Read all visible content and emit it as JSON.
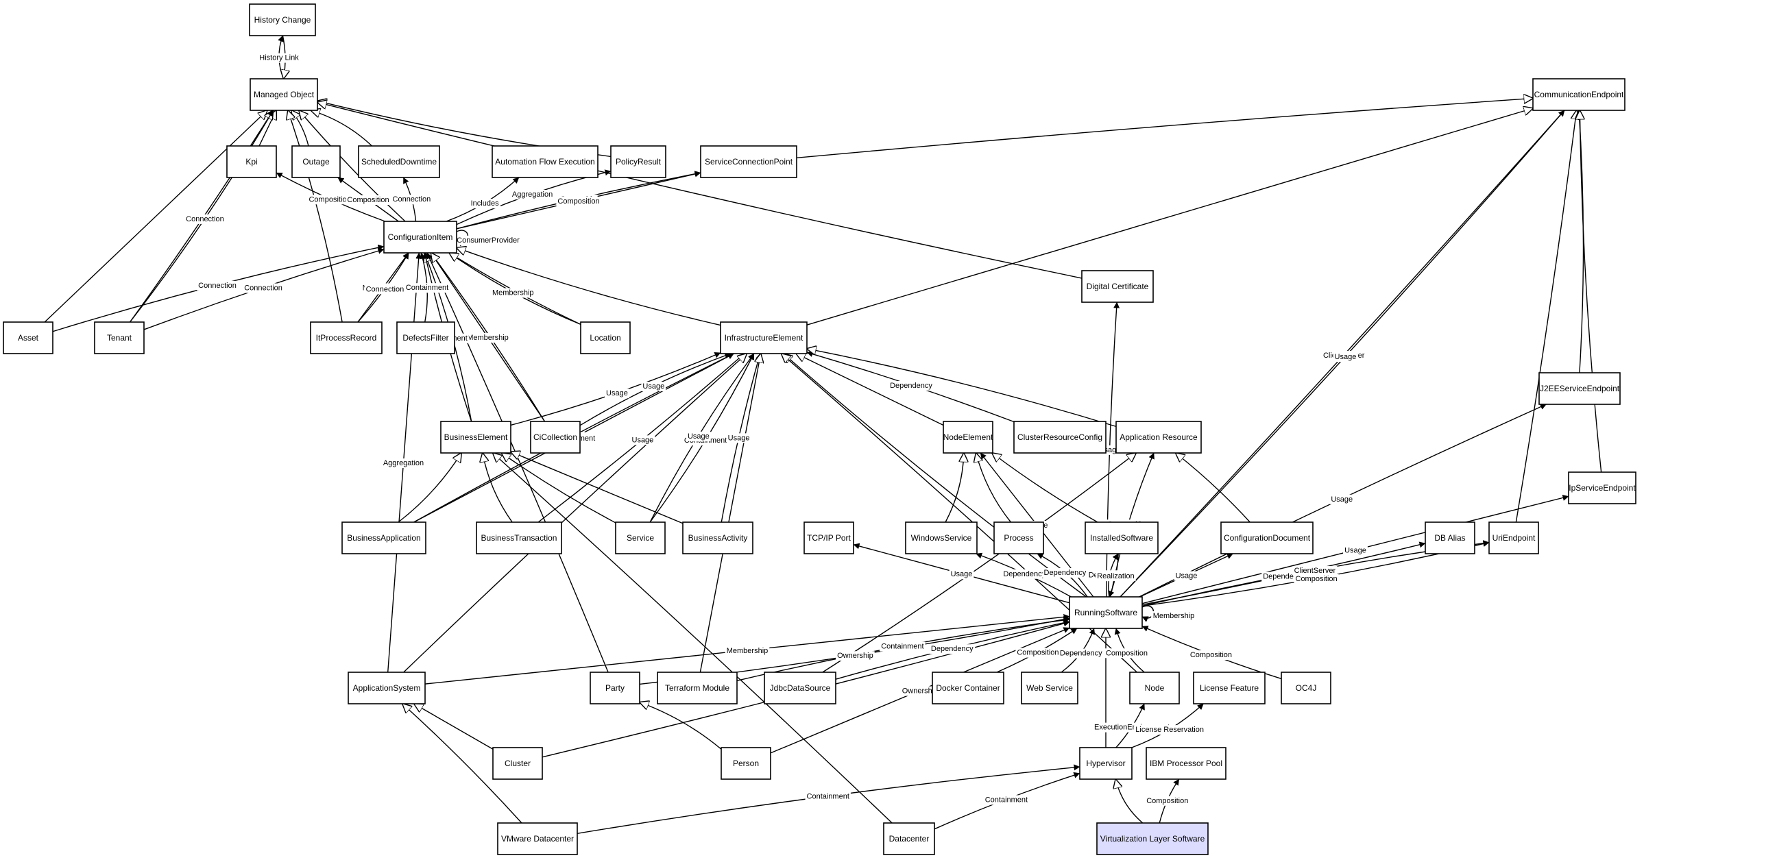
{
  "nodes": [
    {
      "id": "history_change",
      "label": "History Change"
    },
    {
      "id": "managed_object",
      "label": "Managed Object"
    },
    {
      "id": "communication_endpoint",
      "label": "CommunicationEndpoint"
    },
    {
      "id": "kpi",
      "label": "Kpi"
    },
    {
      "id": "outage",
      "label": "Outage"
    },
    {
      "id": "scheduled_downtime",
      "label": "ScheduledDowntime"
    },
    {
      "id": "automation_flow_execution",
      "label": "Automation Flow Execution"
    },
    {
      "id": "policy_result",
      "label": "PolicyResult"
    },
    {
      "id": "service_connection_point",
      "label": "ServiceConnectionPoint"
    },
    {
      "id": "configuration_item",
      "label": "ConfigurationItem"
    },
    {
      "id": "digital_certificate",
      "label": "Digital Certificate"
    },
    {
      "id": "asset",
      "label": "Asset"
    },
    {
      "id": "tenant",
      "label": "Tenant"
    },
    {
      "id": "itprocess_record",
      "label": "ItProcessRecord"
    },
    {
      "id": "defects_filter",
      "label": "DefectsFilter"
    },
    {
      "id": "location",
      "label": "Location"
    },
    {
      "id": "infrastructure_element",
      "label": "InfrastructureElement"
    },
    {
      "id": "j2ee_service_endpoint",
      "label": "J2EEServiceEndpoint"
    },
    {
      "id": "business_element",
      "label": "BusinessElement"
    },
    {
      "id": "ci_collection",
      "label": "CiCollection"
    },
    {
      "id": "node_element",
      "label": "NodeElement"
    },
    {
      "id": "cluster_resource_config",
      "label": "ClusterResourceConfig"
    },
    {
      "id": "application_resource",
      "label": "Application Resource"
    },
    {
      "id": "ip_service_endpoint",
      "label": "IpServiceEndpoint"
    },
    {
      "id": "business_application",
      "label": "BusinessApplication"
    },
    {
      "id": "business_transaction",
      "label": "BusinessTransaction"
    },
    {
      "id": "service",
      "label": "Service"
    },
    {
      "id": "business_activity",
      "label": "BusinessActivity"
    },
    {
      "id": "tcpip_port",
      "label": "TCP/IP Port"
    },
    {
      "id": "windows_service",
      "label": "WindowsService"
    },
    {
      "id": "process",
      "label": "Process"
    },
    {
      "id": "installed_software",
      "label": "InstalledSoftware"
    },
    {
      "id": "configuration_document",
      "label": "ConfigurationDocument"
    },
    {
      "id": "db_alias",
      "label": "DB Alias"
    },
    {
      "id": "uri_endpoint",
      "label": "UriEndpoint"
    },
    {
      "id": "running_software",
      "label": "RunningSoftware"
    },
    {
      "id": "application_system",
      "label": "ApplicationSystem"
    },
    {
      "id": "party",
      "label": "Party"
    },
    {
      "id": "terraform_module",
      "label": "Terraform Module"
    },
    {
      "id": "jdbc_data_source",
      "label": "JdbcDataSource"
    },
    {
      "id": "docker_container",
      "label": "Docker Container"
    },
    {
      "id": "web_service",
      "label": "Web Service"
    },
    {
      "id": "node",
      "label": "Node"
    },
    {
      "id": "license_feature",
      "label": "License Feature"
    },
    {
      "id": "oc4j",
      "label": "OC4J"
    },
    {
      "id": "cluster",
      "label": "Cluster"
    },
    {
      "id": "person",
      "label": "Person"
    },
    {
      "id": "hypervisor",
      "label": "Hypervisor"
    },
    {
      "id": "ibm_processor_pool",
      "label": "IBM Processor Pool"
    },
    {
      "id": "vmware_datacenter",
      "label": "VMware Datacenter"
    },
    {
      "id": "datacenter",
      "label": "Datacenter"
    },
    {
      "id": "virtualization_layer_software",
      "label": "Virtualization Layer Software",
      "highlight": true
    }
  ],
  "edges": [
    {
      "from": "managed_object",
      "to": "history_change",
      "label": "History Link",
      "type": "association"
    },
    {
      "from": "history_change",
      "to": "managed_object",
      "label": "",
      "type": "inheritance"
    },
    {
      "from": "kpi",
      "to": "managed_object",
      "label": "",
      "type": "inheritance"
    },
    {
      "from": "outage",
      "to": "managed_object",
      "label": "",
      "type": "inheritance"
    },
    {
      "from": "scheduled_downtime",
      "to": "managed_object",
      "label": "",
      "type": "inheritance"
    },
    {
      "from": "policy_result",
      "to": "managed_object",
      "label": "",
      "type": "inheritance"
    },
    {
      "from": "configuration_item",
      "to": "managed_object",
      "label": "",
      "type": "inheritance"
    },
    {
      "from": "asset",
      "to": "managed_object",
      "label": "",
      "type": "inheritance"
    },
    {
      "from": "tenant",
      "to": "managed_object",
      "label": "",
      "type": "inheritance"
    },
    {
      "from": "itprocess_record",
      "to": "managed_object",
      "label": "",
      "type": "inheritance"
    },
    {
      "from": "digital_certificate",
      "to": "managed_object",
      "label": "",
      "type": "inheritance"
    },
    {
      "from": "service_connection_point",
      "to": "communication_endpoint",
      "label": "",
      "type": "inheritance"
    },
    {
      "from": "infrastructure_element",
      "to": "communication_endpoint",
      "label": "",
      "type": "inheritance"
    },
    {
      "from": "uri_endpoint",
      "to": "communication_endpoint",
      "label": "",
      "type": "inheritance"
    },
    {
      "from": "j2ee_service_endpoint",
      "to": "communication_endpoint",
      "label": "",
      "type": "inheritance"
    },
    {
      "from": "ip_service_endpoint",
      "to": "communication_endpoint",
      "label": "",
      "type": "inheritance"
    },
    {
      "from": "configuration_item",
      "to": "kpi",
      "label": "Composition",
      "type": "association"
    },
    {
      "from": "configuration_item",
      "to": "outage",
      "label": "Composition",
      "type": "association"
    },
    {
      "from": "configuration_item",
      "to": "scheduled_downtime",
      "label": "Connection",
      "type": "association"
    },
    {
      "from": "configuration_item",
      "to": "automation_flow_execution",
      "label": "Includes",
      "type": "association"
    },
    {
      "from": "configuration_item",
      "to": "policy_result",
      "label": "Aggregation",
      "type": "association"
    },
    {
      "from": "configuration_item",
      "to": "service_connection_point",
      "label": "Ownership",
      "type": "association"
    },
    {
      "from": "configuration_item",
      "to": "service_connection_point",
      "label": "Composition",
      "type": "association"
    },
    {
      "from": "configuration_item",
      "to": "configuration_item",
      "label": "ConsumerProvider",
      "type": "association"
    },
    {
      "from": "tenant",
      "to": "managed_object",
      "label": "Connection",
      "type": "association"
    },
    {
      "from": "asset",
      "to": "configuration_item",
      "label": "Connection",
      "type": "association"
    },
    {
      "from": "tenant",
      "to": "configuration_item",
      "label": "Connection",
      "type": "association"
    },
    {
      "from": "itprocess_record",
      "to": "configuration_item",
      "label": "Membership",
      "type": "association"
    },
    {
      "from": "itprocess_record",
      "to": "configuration_item",
      "label": "Connection",
      "type": "association"
    },
    {
      "from": "defects_filter",
      "to": "configuration_item",
      "label": "Containment",
      "type": "association"
    },
    {
      "from": "location",
      "to": "configuration_item",
      "label": "Membership",
      "type": "association"
    },
    {
      "from": "location",
      "to": "configuration_item",
      "label": "",
      "type": "inheritance"
    },
    {
      "from": "ci_collection",
      "to": "configuration_item",
      "label": "Membership",
      "type": "association"
    },
    {
      "from": "ci_collection",
      "to": "configuration_item",
      "label": "",
      "type": "inheritance"
    },
    {
      "from": "business_element",
      "to": "configuration_item",
      "label": "",
      "type": "inheritance"
    },
    {
      "from": "infrastructure_element",
      "to": "configuration_item",
      "label": "",
      "type": "inheritance"
    },
    {
      "from": "business_element",
      "to": "configuration_item",
      "label": "Containment",
      "type": "association"
    },
    {
      "from": "application_system",
      "to": "configuration_item",
      "label": "Aggregation",
      "type": "association"
    },
    {
      "from": "party",
      "to": "configuration_item",
      "label": "",
      "type": "association"
    },
    {
      "from": "business_element",
      "to": "infrastructure_element",
      "label": "Usage",
      "type": "association"
    },
    {
      "from": "ci_collection",
      "to": "infrastructure_element",
      "label": "Usage",
      "type": "association"
    },
    {
      "from": "business_application",
      "to": "infrastructure_element",
      "label": "Usage",
      "type": "association"
    },
    {
      "from": "business_application",
      "to": "infrastructure_element",
      "label": "Containment",
      "type": "association"
    },
    {
      "from": "business_transaction",
      "to": "infrastructure_element",
      "label": "Usage",
      "type": "association"
    },
    {
      "from": "service",
      "to": "infrastructure_element",
      "label": "Containment",
      "type": "association"
    },
    {
      "from": "service",
      "to": "infrastructure_element",
      "label": "Usage",
      "type": "association"
    },
    {
      "from": "business_activity",
      "to": "infrastructure_element",
      "label": "Usage",
      "type": "association"
    },
    {
      "from": "node_element",
      "to": "infrastructure_element",
      "label": "",
      "type": "inheritance"
    },
    {
      "from": "cluster_resource_config",
      "to": "infrastructure_element",
      "label": "Dependency",
      "type": "association"
    },
    {
      "from": "application_resource",
      "to": "infrastructure_element",
      "label": "",
      "type": "inheritance"
    },
    {
      "from": "running_software",
      "to": "infrastructure_element",
      "label": "",
      "type": "inheritance"
    },
    {
      "from": "application_system",
      "to": "infrastructure_element",
      "label": "",
      "type": "inheritance"
    },
    {
      "from": "terraform_module",
      "to": "infrastructure_element",
      "label": "",
      "type": "inheritance"
    },
    {
      "from": "node",
      "to": "infrastructure_element",
      "label": "",
      "type": "inheritance"
    },
    {
      "from": "business_application",
      "to": "business_element",
      "label": "",
      "type": "inheritance"
    },
    {
      "from": "business_transaction",
      "to": "business_element",
      "label": "",
      "type": "inheritance"
    },
    {
      "from": "service",
      "to": "business_element",
      "label": "",
      "type": "inheritance"
    },
    {
      "from": "business_activity",
      "to": "business_element",
      "label": "",
      "type": "inheritance"
    },
    {
      "from": "datacenter",
      "to": "business_element",
      "label": "",
      "type": "inheritance"
    },
    {
      "from": "windows_service",
      "to": "node_element",
      "label": "",
      "type": "inheritance"
    },
    {
      "from": "process",
      "to": "node_element",
      "label": "",
      "type": "inheritance"
    },
    {
      "from": "installed_software",
      "to": "node_element",
      "label": "",
      "type": "inheritance"
    },
    {
      "from": "running_software",
      "to": "node_element",
      "label": "Usage",
      "type": "association"
    },
    {
      "from": "configuration_document",
      "to": "application_resource",
      "label": "",
      "type": "inheritance"
    },
    {
      "from": "jdbc_data_source",
      "to": "application_resource",
      "label": "",
      "type": "inheritance"
    },
    {
      "from": "running_software",
      "to": "application_resource",
      "label": "Composition",
      "type": "association"
    },
    {
      "from": "running_software",
      "to": "digital_certificate",
      "label": "Usage",
      "type": "association"
    },
    {
      "from": "running_software",
      "to": "tcpip_port",
      "label": "Usage",
      "type": "association"
    },
    {
      "from": "running_software",
      "to": "windows_service",
      "label": "Dependency",
      "type": "association"
    },
    {
      "from": "running_software",
      "to": "process",
      "label": "Dependency",
      "type": "association"
    },
    {
      "from": "running_software",
      "to": "installed_software",
      "label": "Dependency",
      "type": "association"
    },
    {
      "from": "installed_software",
      "to": "running_software",
      "label": "Realization",
      "type": "association"
    },
    {
      "from": "running_software",
      "to": "configuration_document",
      "label": "Usage",
      "type": "association"
    },
    {
      "from": "running_software",
      "to": "db_alias",
      "label": "Dependency",
      "type": "association"
    },
    {
      "from": "running_software",
      "to": "uri_endpoint",
      "label": "Composition",
      "type": "association"
    },
    {
      "from": "running_software",
      "to": "uri_endpoint",
      "label": "ClientServer",
      "type": "association"
    },
    {
      "from": "running_software",
      "to": "j2ee_service_endpoint",
      "label": "Usage",
      "type": "association"
    },
    {
      "from": "running_software",
      "to": "ip_service_endpoint",
      "label": "Usage",
      "type": "association"
    },
    {
      "from": "running_software",
      "to": "communication_endpoint",
      "label": "ClientServer",
      "type": "association"
    },
    {
      "from": "running_software",
      "to": "communication_endpoint",
      "label": "Usage",
      "type": "association"
    },
    {
      "from": "running_software",
      "to": "running_software",
      "label": "Dependency",
      "type": "association"
    },
    {
      "from": "running_software",
      "to": "running_software",
      "label": "Membership",
      "type": "association"
    },
    {
      "from": "application_system",
      "to": "running_software",
      "label": "Membership",
      "type": "association"
    },
    {
      "from": "cluster",
      "to": "running_software",
      "label": "Membership",
      "type": "association"
    },
    {
      "from": "party",
      "to": "running_software",
      "label": "Ownership",
      "type": "association"
    },
    {
      "from": "terraform_module",
      "to": "running_software",
      "label": "Containment",
      "type": "association"
    },
    {
      "from": "jdbc_data_source",
      "to": "running_software",
      "label": "Dependency",
      "type": "association"
    },
    {
      "from": "person",
      "to": "running_software",
      "label": "Ownership",
      "type": "association"
    },
    {
      "from": "docker_container",
      "to": "running_software",
      "label": "Composition",
      "type": "association"
    },
    {
      "from": "web_service",
      "to": "running_software",
      "label": "Dependency",
      "type": "association"
    },
    {
      "from": "node",
      "to": "running_software",
      "label": "Composition",
      "type": "association"
    },
    {
      "from": "oc4j",
      "to": "running_software",
      "label": "Composition",
      "type": "association"
    },
    {
      "from": "hypervisor",
      "to": "running_software",
      "label": "",
      "type": "inheritance"
    },
    {
      "from": "hypervisor",
      "to": "node",
      "label": "ExecutionEnvironment",
      "type": "association"
    },
    {
      "from": "hypervisor",
      "to": "license_feature",
      "label": "License Reservation",
      "type": "association"
    },
    {
      "from": "virtualization_layer_software",
      "to": "hypervisor",
      "label": "",
      "type": "inheritance"
    },
    {
      "from": "virtualization_layer_software",
      "to": "ibm_processor_pool",
      "label": "Composition",
      "type": "association"
    },
    {
      "from": "cluster",
      "to": "application_system",
      "label": "",
      "type": "inheritance"
    },
    {
      "from": "vmware_datacenter",
      "to": "application_system",
      "label": "",
      "type": "inheritance"
    },
    {
      "from": "person",
      "to": "party",
      "label": "",
      "type": "inheritance"
    },
    {
      "from": "vmware_datacenter",
      "to": "hypervisor",
      "label": "Containment",
      "type": "association"
    },
    {
      "from": "datacenter",
      "to": "hypervisor",
      "label": "Containment",
      "type": "association"
    }
  ]
}
